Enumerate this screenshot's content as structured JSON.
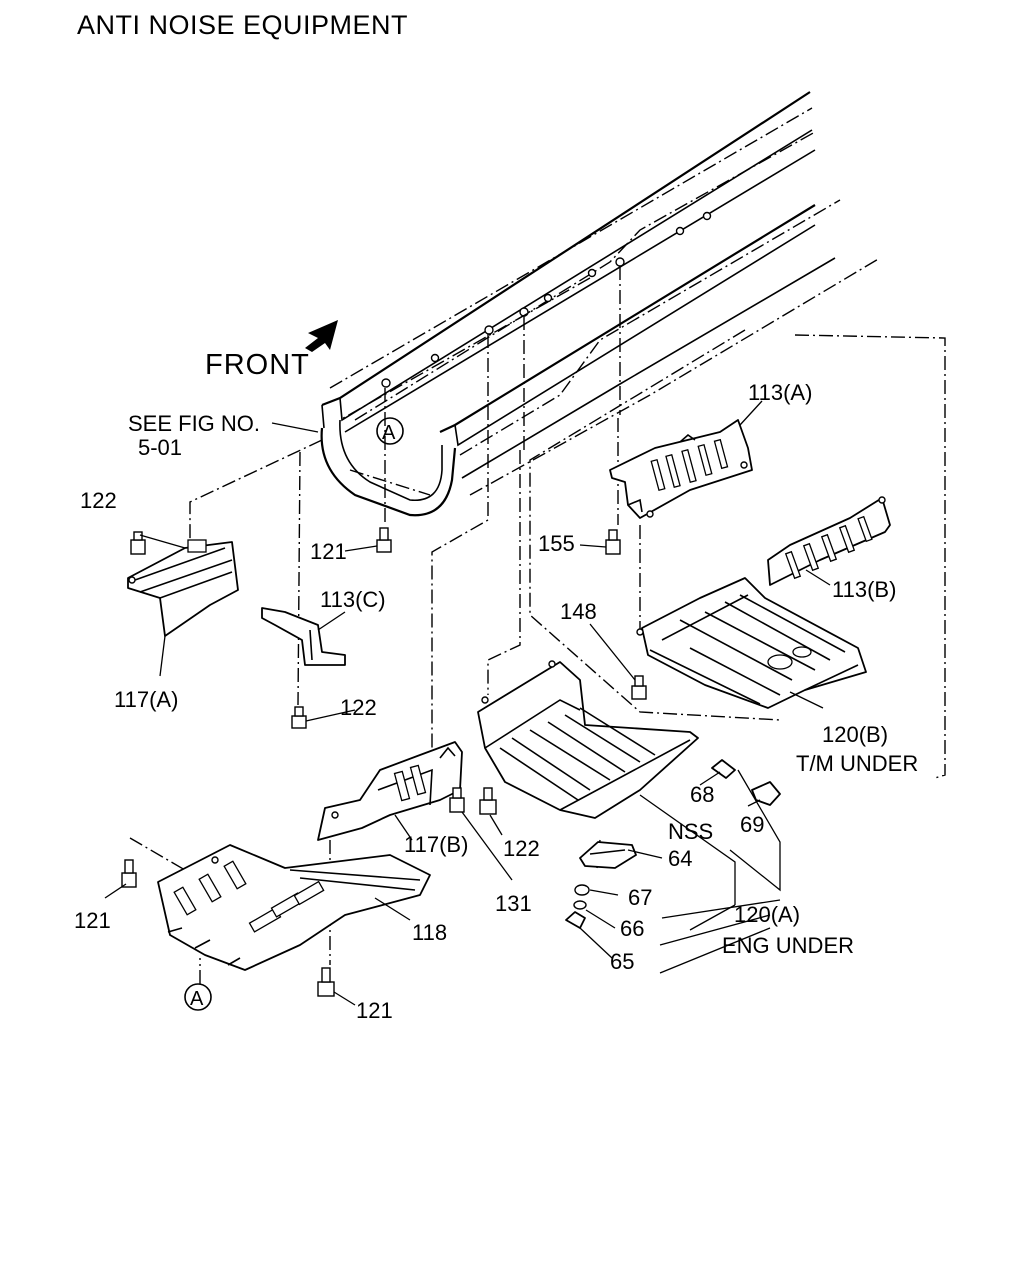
{
  "title": "ANTI NOISE EQUIPMENT",
  "front_label": "FRONT",
  "see_fig": {
    "line1": "SEE FIG NO.",
    "line2": "5-01"
  },
  "ref_marker": "A",
  "callouts": {
    "c113a": "113(A)",
    "c113b": "113(B)",
    "c113c": "113(C)",
    "c117a": "117(A)",
    "c117b": "117(B)",
    "c118": "118",
    "c120a": "120(A)",
    "c120a_desc": "ENG  UNDER",
    "c120b": "120(B)",
    "c120b_desc": "T/M UNDER",
    "c121_top": "121",
    "c121_left": "121",
    "c121_bottom": "121",
    "c122_top": "122",
    "c122_mid": "122",
    "c122_right": "122",
    "c131": "131",
    "c148": "148",
    "c155": "155",
    "c64": "64",
    "c65": "65",
    "c66": "66",
    "c67": "67",
    "c68": "68",
    "c69": "69",
    "nss": "NSS"
  }
}
